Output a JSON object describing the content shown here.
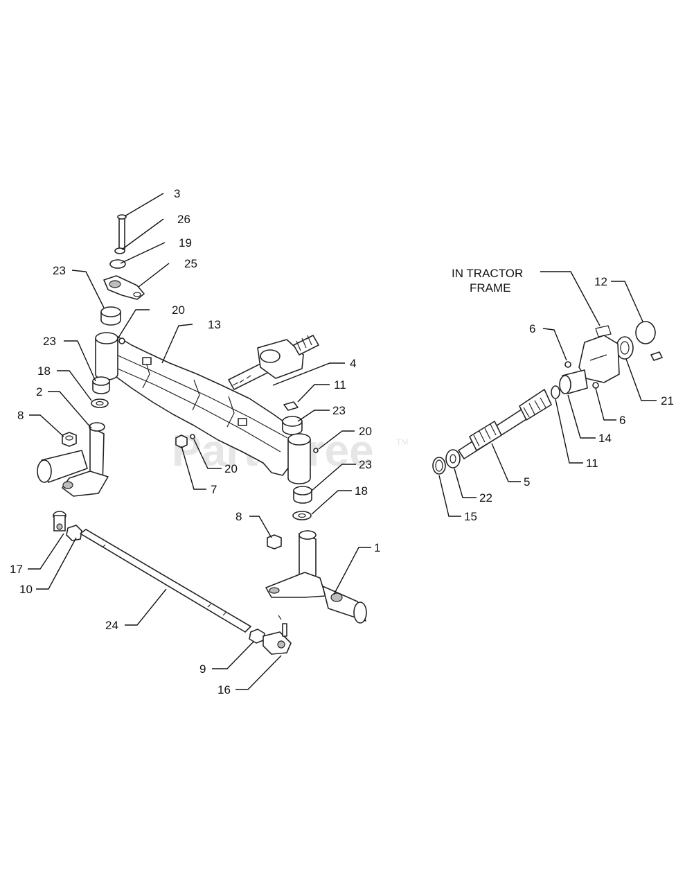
{
  "watermark": "PartsTree",
  "watermark_mark": "TM",
  "note": {
    "line1": "IN TRACTOR",
    "line2": "FRAME"
  },
  "callouts": {
    "c3": "3",
    "c26": "26",
    "c19": "19",
    "c25": "25",
    "c23a": "23",
    "c20a": "20",
    "c13": "13",
    "c23b": "23",
    "c18a": "18",
    "c2": "2",
    "c8a": "8",
    "c4": "4",
    "c11a": "11",
    "c23c": "23",
    "c20b": "20",
    "c20c": "20",
    "c7": "7",
    "c23d": "23",
    "c18b": "18",
    "c8b": "8",
    "c1": "1",
    "c17": "17",
    "c10": "10",
    "c24": "24",
    "c9": "9",
    "c16": "16",
    "c12": "12",
    "c6a": "6",
    "c21": "21",
    "c6b": "6",
    "c14": "14",
    "c11b": "11",
    "c5": "5",
    "c22": "22",
    "c15": "15"
  }
}
